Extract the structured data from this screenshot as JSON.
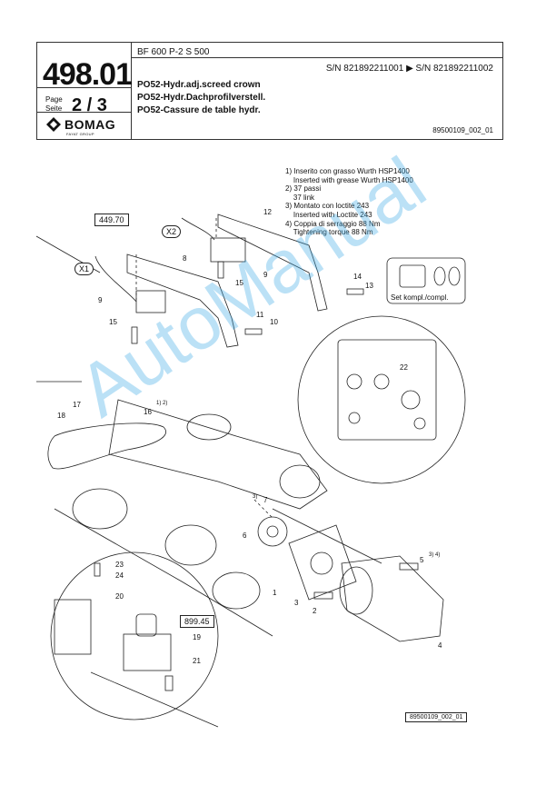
{
  "header": {
    "page_number": "498.01",
    "page_label": "Page\nSeite",
    "page_value": "2 / 3",
    "model": "BF 600 P-2 S 500",
    "serial_range": "S/N 821892211001  ▶  S/N 821892211002",
    "title_en": "PO52-Hydr.adj.screed crown",
    "title_de": "PO52-Hydr.Dachprofilverstell.",
    "title_fr": "PO52-Cassure de table hydr.",
    "doc_ref": "89500109_002_01",
    "logo_text": "BOMAG",
    "logo_sub": "FAYAT GROUP"
  },
  "notes": [
    "1) Inserito con grasso Wurth HSP1400",
    "    Inserted with grease Wurth HSP1400",
    "2) 37 passi",
    "    37 link",
    "3) Montato con loctite 243",
    "    Inserted with Loctite 243",
    "4) Coppia di serraggio 88 Nm",
    "    Tightening torque 88 Nm"
  ],
  "labels": {
    "ref_449": "449.70",
    "ref_899": "899.45",
    "x1": "X1",
    "x2": "X2",
    "set_kompl": "Set kompl./compl.",
    "footer_ref": "89500109_002_01",
    "watermark": "AutoManual"
  },
  "callouts": [
    {
      "id": "c1",
      "text": "1"
    },
    {
      "id": "c2",
      "text": "2"
    },
    {
      "id": "c3",
      "text": "3"
    },
    {
      "id": "c4",
      "text": "4"
    },
    {
      "id": "c5",
      "text": "5"
    },
    {
      "id": "c6",
      "text": "6"
    },
    {
      "id": "c7",
      "text": "7"
    },
    {
      "id": "c8",
      "text": "8"
    },
    {
      "id": "c9a",
      "text": "9"
    },
    {
      "id": "c9b",
      "text": "9"
    },
    {
      "id": "c10",
      "text": "10"
    },
    {
      "id": "c11",
      "text": "11"
    },
    {
      "id": "c12",
      "text": "12"
    },
    {
      "id": "c13",
      "text": "13"
    },
    {
      "id": "c14",
      "text": "14"
    },
    {
      "id": "c15a",
      "text": "15"
    },
    {
      "id": "c15b",
      "text": "15"
    },
    {
      "id": "c16",
      "text": "16"
    },
    {
      "id": "c17",
      "text": "17"
    },
    {
      "id": "c18",
      "text": "18"
    },
    {
      "id": "c19",
      "text": "19"
    },
    {
      "id": "c20",
      "text": "20"
    },
    {
      "id": "c21",
      "text": "21"
    },
    {
      "id": "c22",
      "text": "22"
    },
    {
      "id": "c23",
      "text": "23"
    },
    {
      "id": "c24",
      "text": "24"
    },
    {
      "id": "n12",
      "text": "1) 2)"
    },
    {
      "id": "n3",
      "text": "3)"
    },
    {
      "id": "n34",
      "text": "3) 4)"
    }
  ]
}
